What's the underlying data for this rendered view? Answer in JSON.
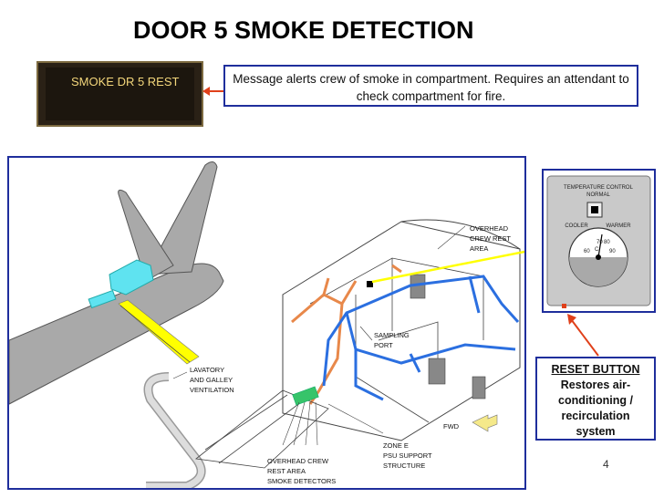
{
  "title": "DOOR 5 SMOKE DETECTION",
  "eicas_message": "SMOKE DR 5 REST",
  "callout_text": "Message alerts crew of smoke in compartment. Requires an attendant to check compartment for fire.",
  "diagram_labels": {
    "overhead_crew_rest": [
      "OVERHEAD",
      "CREW REST",
      "AREA"
    ],
    "sampling_port": [
      "SAMPLING",
      "PORT"
    ],
    "lavatory": [
      "LAVATORY",
      "AND GALLEY",
      "VENTILATION"
    ],
    "fwd": "FWD",
    "smoke_detectors": [
      "OVERHEAD CREW",
      "REST AREA",
      "SMOKE DETECTORS"
    ],
    "zone_e": [
      "ZONE E",
      "PSU SUPPORT",
      "STRUCTURE"
    ]
  },
  "control_panel": {
    "title": [
      "TEMPERATURE CONTROL",
      "NORMAL"
    ],
    "cooler": "COOLER",
    "warmer": "WARMER",
    "gauge_ticks": [
      "70",
      "80",
      "60",
      "90"
    ],
    "gauge_label": "C"
  },
  "reset": {
    "heading": "RESET BUTTON",
    "lines": [
      "Restores air-",
      "conditioning /",
      "recirculation",
      "system"
    ]
  },
  "page_number": "4",
  "colors": {
    "border_blue": "#1f2e9c",
    "arrow_red": "#e0401a",
    "duct_blue": "#2b6fe0",
    "duct_orange": "#e8884a",
    "highlight_yellow": "#ffff00",
    "cyan_area": "#5fe3f0"
  }
}
